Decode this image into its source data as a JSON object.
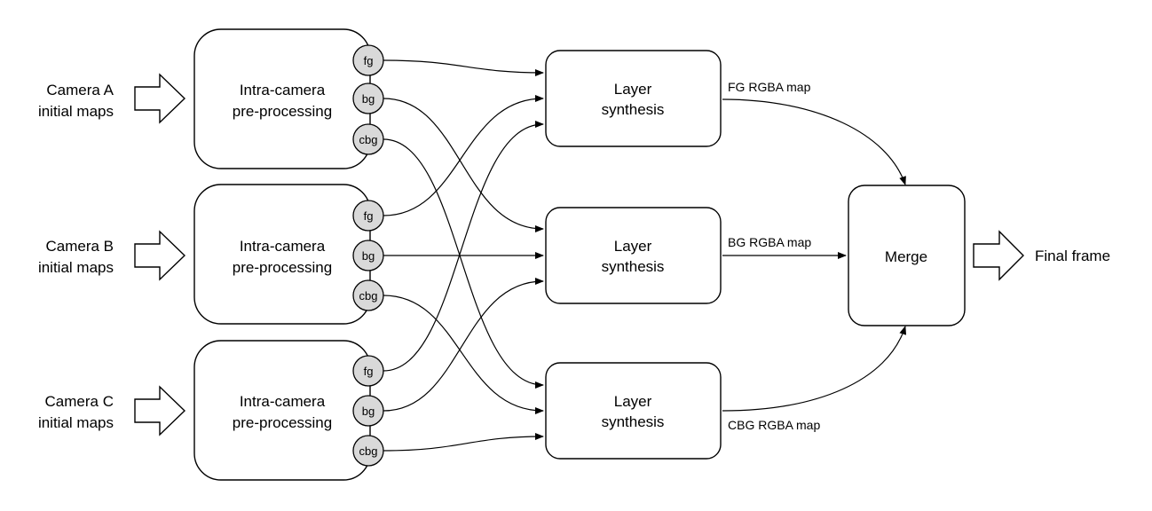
{
  "cameras": [
    {
      "line1": "Camera A",
      "line2": "initial maps",
      "box_line1": "Intra-camera",
      "box_line2": "pre-processing",
      "ports": [
        "fg",
        "bg",
        "cbg"
      ]
    },
    {
      "line1": "Camera B",
      "line2": "initial maps",
      "box_line1": "Intra-camera",
      "box_line2": "pre-processing",
      "ports": [
        "fg",
        "bg",
        "cbg"
      ]
    },
    {
      "line1": "Camera C",
      "line2": "initial maps",
      "box_line1": "Intra-camera",
      "box_line2": "pre-processing",
      "ports": [
        "fg",
        "bg",
        "cbg"
      ]
    }
  ],
  "synthesis": [
    {
      "line1": "Layer",
      "line2": "synthesis",
      "output_label": "FG RGBA map"
    },
    {
      "line1": "Layer",
      "line2": "synthesis",
      "output_label": "BG RGBA map"
    },
    {
      "line1": "Layer",
      "line2": "synthesis",
      "output_label": "CBG RGBA map"
    }
  ],
  "merge": {
    "label": "Merge"
  },
  "output": {
    "label": "Final frame"
  }
}
